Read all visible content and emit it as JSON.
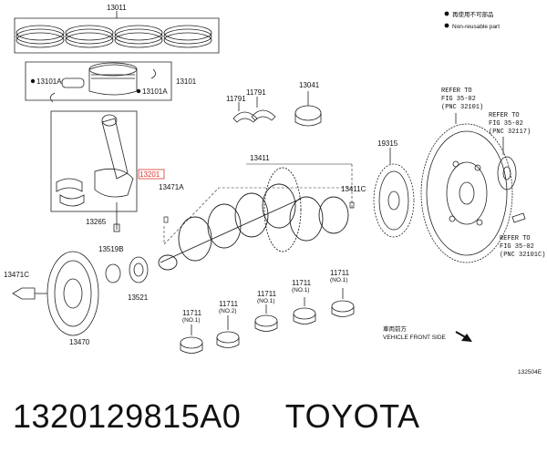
{
  "legend": {
    "line1": "再使用不可部品",
    "line2": "Non-reusable part"
  },
  "labels": {
    "piston_ring_set": "13011",
    "piston": "13101",
    "pin_left": "13101A",
    "pin_right": "13101A",
    "conrod": "13201",
    "conrod_bolt": "13265",
    "rod_bearing": "13519B",
    "crank_gear": "13521",
    "crankshaft": "13411",
    "thrust_washer_a": "11791",
    "thrust_washer_b": "11791",
    "crank_bearing_top": "13041",
    "dowel_a": "13471A",
    "dowel_c": "13411C",
    "pulley_bolt": "13471C",
    "pulley": "13470",
    "plate": "19315",
    "diagram_code": "132504E"
  },
  "refs": {
    "ref1": {
      "line1": "REFER TO",
      "line2": "FIG 35-02",
      "line3": "(PNC 32101)"
    },
    "ref2": {
      "line1": "REFER TO",
      "line2": "FIG 35-02",
      "line3": "(PNC 32117)"
    },
    "ref3": {
      "line1": "REFER TO",
      "line2": "FIG 35-02",
      "line3": "(PNC 32101C)"
    }
  },
  "bearings": [
    {
      "code": "11711",
      "no": "(NO.1)"
    },
    {
      "code": "11711",
      "no": "(NO.2)"
    },
    {
      "code": "11711",
      "no": "(NO.1)"
    },
    {
      "code": "11711",
      "no": "(NO.1)"
    },
    {
      "code": "11711",
      "no": "(NO.1)"
    }
  ],
  "vehicle": {
    "jp": "車両前方",
    "en": "VEHICLE FRONT SIDE"
  },
  "caption": {
    "part_number": "1320129815A0",
    "brand": "TOYOTA"
  }
}
